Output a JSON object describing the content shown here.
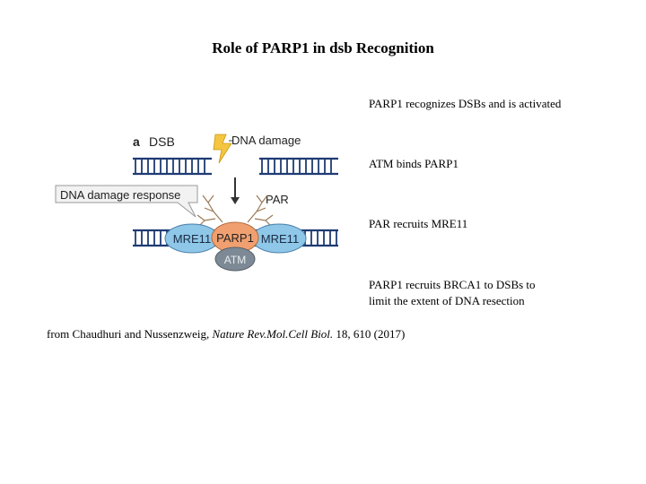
{
  "title": "Role of PARP1 in dsb Recognition",
  "steps": [
    "PARP1 recognizes DSBs and is activated",
    "ATM binds PARP1",
    "PAR recruits MRE11",
    "PARP1 recruits BRCA1 to DSBs to",
    "limit the extent of DNA resection"
  ],
  "diagram": {
    "panel_label": "a",
    "dsb_label": "DSB",
    "dna_damage_label": "DNA damage",
    "response_label": "DNA damage response",
    "par_label": "PAR",
    "mre11_left": "MRE11",
    "parp1": "PARP1",
    "mre11_right": "MRE11",
    "atm": "ATM",
    "colors": {
      "dna": "#1f3b73",
      "mre11": "#8ec7e8",
      "parp1": "#f0a070",
      "atm": "#7d8a96",
      "bolt": "#f5c542"
    }
  },
  "citation": {
    "prefix": "from Chaudhuri and Nussenzweig,",
    "journal": "Nature Rev.Mol.Cell Biol.",
    "suffix": "18, 610 (2017)"
  }
}
